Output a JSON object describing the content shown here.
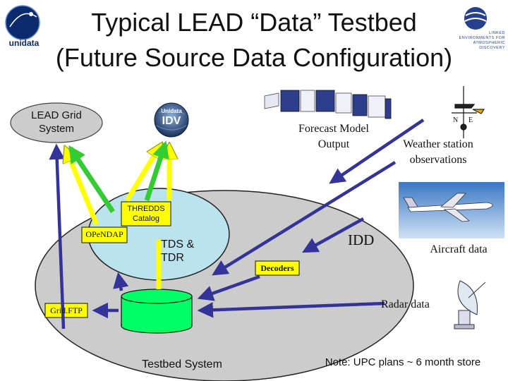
{
  "title": {
    "line1": "Typical LEAD “Data” Testbed",
    "line2": "(Future Source Data Configuration)"
  },
  "logos": {
    "left_text": "unidata",
    "right_text": "LINKED ENVIRONMENTS FOR ATMOSPHERIC DISCOVERY"
  },
  "nodes": {
    "lead_grid": "LEAD Grid System",
    "idv_top": "Unidata",
    "idv_main": "IDV",
    "thredds": "THREDDS Catalog",
    "opendap": "OPeNDAP",
    "tds": "TDS & TDR",
    "idd": "IDD",
    "decoders": "Decoders",
    "gridftp": "Grid.FTP",
    "testbed": "Testbed System"
  },
  "sources": {
    "forecast": "Forecast Model Output",
    "weather": "Weather station observations",
    "aircraft": "Aircraft data",
    "radar": "Radar data"
  },
  "note": "Note: UPC plans ~ 6 month store",
  "colors": {
    "yellow": "#ffff00",
    "green": "#33cc33",
    "navy": "#333399",
    "inner_ellipse": "#bbe3ee",
    "outer_ellipse": "#cccccc",
    "cylinder": "#00ff66"
  }
}
